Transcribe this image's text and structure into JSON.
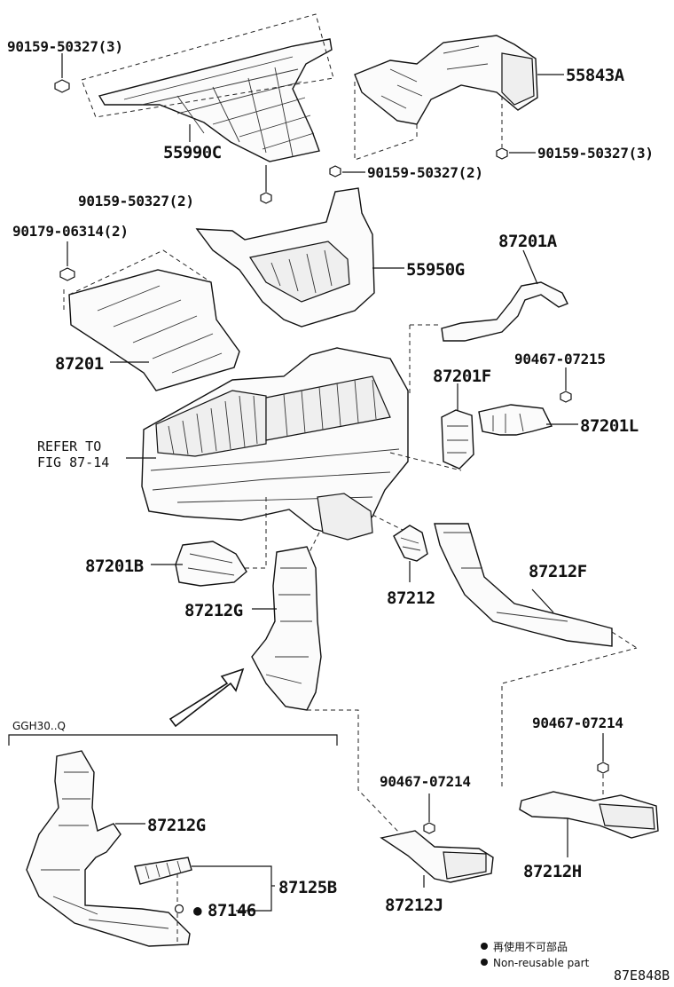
{
  "parts": {
    "p55990C": "55990C",
    "p55843A": "55843A",
    "p55950G": "55950G",
    "p87201": "87201",
    "p87201A": "87201A",
    "p87201F": "87201F",
    "p87201L": "87201L",
    "p87201B": "87201B",
    "p87212": "87212",
    "p87212F": "87212F",
    "p87212G": "87212G",
    "p87212G_2": "87212G",
    "p87212H": "87212H",
    "p87212J": "87212J",
    "p87125B": "87125B",
    "p87146": "87146"
  },
  "bolts": {
    "b1": "90159-50327(3)",
    "b2": "90159-50327(3)",
    "b3": "90159-50327(2)",
    "b4": "90159-50327(2)",
    "b5": "90179-06314(2)",
    "b6": "90467-07215",
    "b7": "90467-07214",
    "b8": "90467-07214"
  },
  "refer": {
    "line1": "REFER TO",
    "line2": "FIG 87-14"
  },
  "variant_box": {
    "label": "GGH30..Q"
  },
  "legend": {
    "jp": "再使用不可部品",
    "en": "Non-reusable part",
    "non_reusable_marker": "●"
  },
  "diagram_code": "87E848B"
}
